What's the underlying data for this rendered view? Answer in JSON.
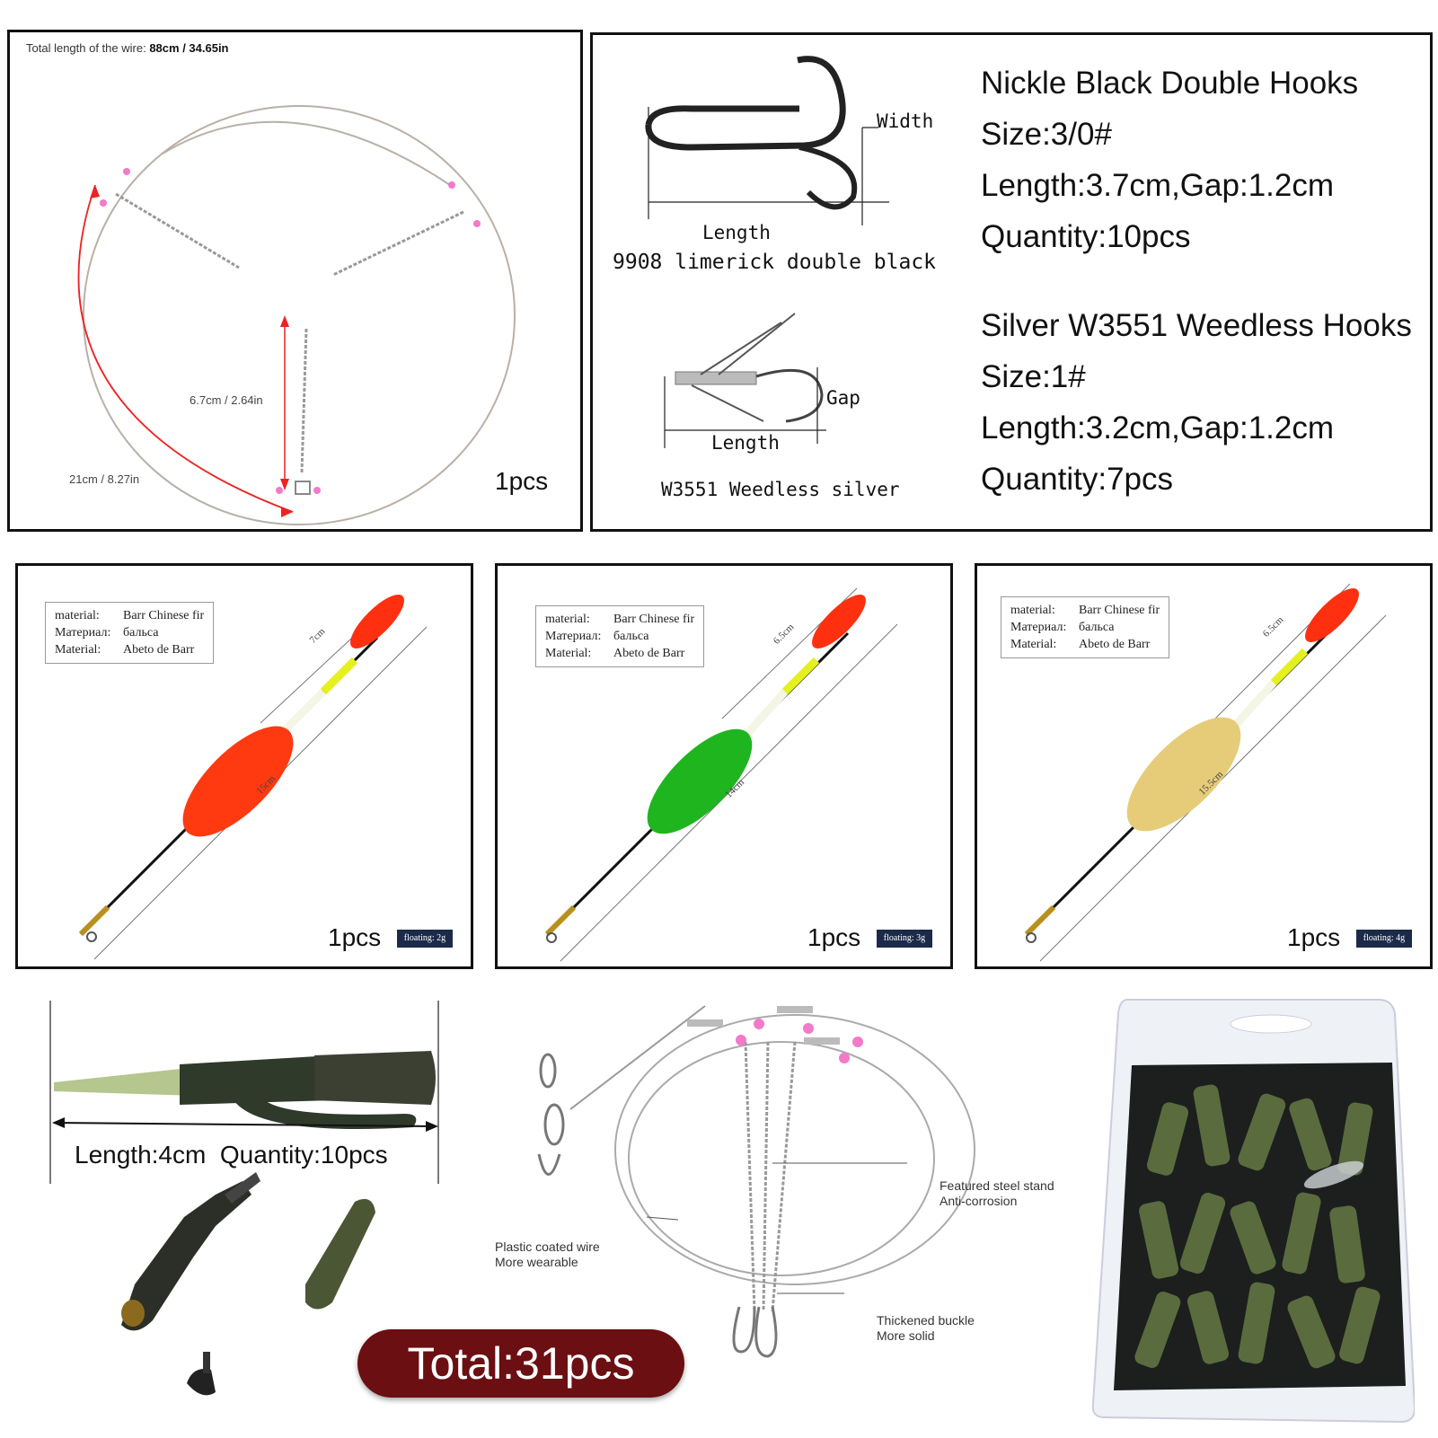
{
  "panel_wire": {
    "total_length_label": "Total length of the wire:",
    "total_length_value": "88cm / 34.65in",
    "dim_short": "6.7cm / 2.64in",
    "dim_long": "21cm / 8.27in",
    "quantity": "1pcs"
  },
  "panel_hooks": {
    "hook1": {
      "diagram_width": "Width",
      "diagram_length": "Length",
      "caption": "9908 limerick double black",
      "title": "Nickle Black Double Hooks",
      "size": "Size:3/0#",
      "dims": "Length:3.7cm,Gap:1.2cm",
      "quantity": "Quantity:10pcs"
    },
    "hook2": {
      "diagram_gap": "Gap",
      "diagram_length": "Length",
      "caption": "W3551 Weedless silver",
      "title": "Silver W3551 Weedless Hooks",
      "size": "Size:1#",
      "dims": "Length:3.2cm,Gap:1.2cm",
      "quantity": "Quantity:7pcs"
    }
  },
  "floats": [
    {
      "mat1_k": "material:",
      "mat1_v": "Barr Chinese fir",
      "mat2_k": "Материал:",
      "mat2_v": "бальса",
      "mat3_k": "Material:",
      "mat3_v": "Abeto de Barr",
      "top_dim": "7cm",
      "body_dim": "15cm",
      "quantity": "1pcs",
      "floating": "floating: 2g",
      "color": "#ff3a10"
    },
    {
      "mat1_k": "material:",
      "mat1_v": "Barr Chinese fir",
      "mat2_k": "Материал:",
      "mat2_v": "бальса",
      "mat3_k": "Material:",
      "mat3_v": "Abeto de Barr",
      "top_dim": "6.5cm",
      "body_dim": "14cm",
      "quantity": "1pcs",
      "floating": "floating: 3g",
      "color": "#1fb51f"
    },
    {
      "mat1_k": "material:",
      "mat1_v": "Barr Chinese fir",
      "mat2_k": "Материал:",
      "mat2_v": "бальса",
      "mat3_k": "Material:",
      "mat3_v": "Abeto de Barr",
      "top_dim": "6.5cm",
      "body_dim": "15.5cm",
      "quantity": "1pcs",
      "floating": "floating: 4g",
      "color": "#e6cc78"
    }
  ],
  "clips": {
    "spec": "Length:4cm  Quantity:10pcs"
  },
  "rig_notes": {
    "stand_1": "Featured steel stand",
    "stand_2": "Anti-corrosion",
    "wire_1": "Plastic coated wire",
    "wire_2": "More wearable",
    "buckle_1": "Thickened buckle",
    "buckle_2": "More solid"
  },
  "total": "Total:31pcs"
}
